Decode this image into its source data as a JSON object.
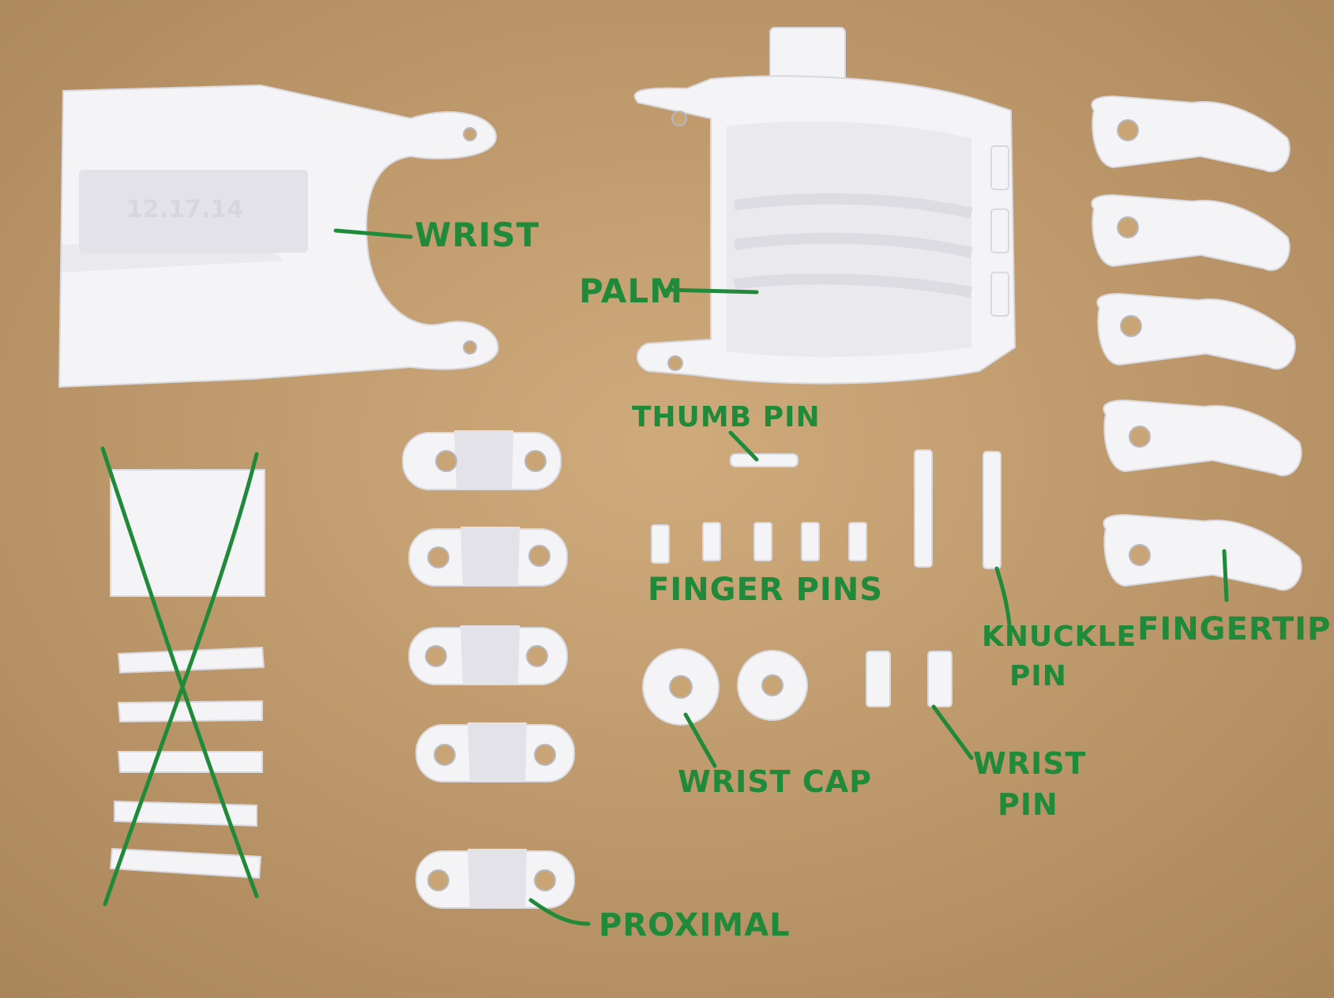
{
  "photo": {
    "stamp": "12.17.14",
    "ink_color": "#1f8a3a",
    "board_color": "#c4a072",
    "part_color": "#f4f4f6"
  },
  "labels": {
    "wrist": "WRIST",
    "palm": "PALM",
    "thumb_pin": "THUMB PIN",
    "finger_pins": "FINGER PINS",
    "knuckle_pin_line1": "KNUCKLE",
    "knuckle_pin_line2": "PIN",
    "fingertip": "FINGERTIP",
    "wrist_cap": "WRIST CAP",
    "wrist_pin_line1": "WRIST",
    "wrist_pin_line2": "PIN",
    "proximal": "PROXIMAL"
  }
}
